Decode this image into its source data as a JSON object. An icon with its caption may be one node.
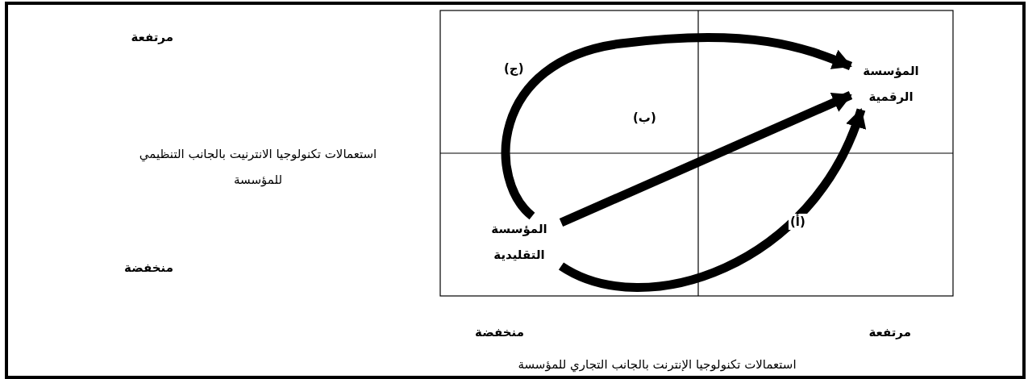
{
  "diagram": {
    "nodes": [
      {
        "text": [
          "المؤسسة الرقمية"
        ]
      },
      {
        "text": [
          "المؤسسة التقليدية"
        ]
      }
    ],
    "edges": [
      {
        "from": 1,
        "to": 0,
        "arrow": "to",
        "label": "(ج)"
      },
      {
        "from": 1,
        "to": 0,
        "arrow": "to",
        "label": "(ب)"
      },
      {
        "from": 1,
        "to": 0,
        "arrow": "to",
        "label": "(أ)"
      }
    ],
    "labels": [
      "مرتفعة",
      "استعمالات تكنولوجيا الانترنيت بالجانب التنظيمي للمؤسسة",
      "منخفضة",
      "منخفضة",
      "مرتفعة",
      "استعمالات تكنولوجيا الإنترنت بالجانب التجاري للمؤسسة"
    ]
  }
}
